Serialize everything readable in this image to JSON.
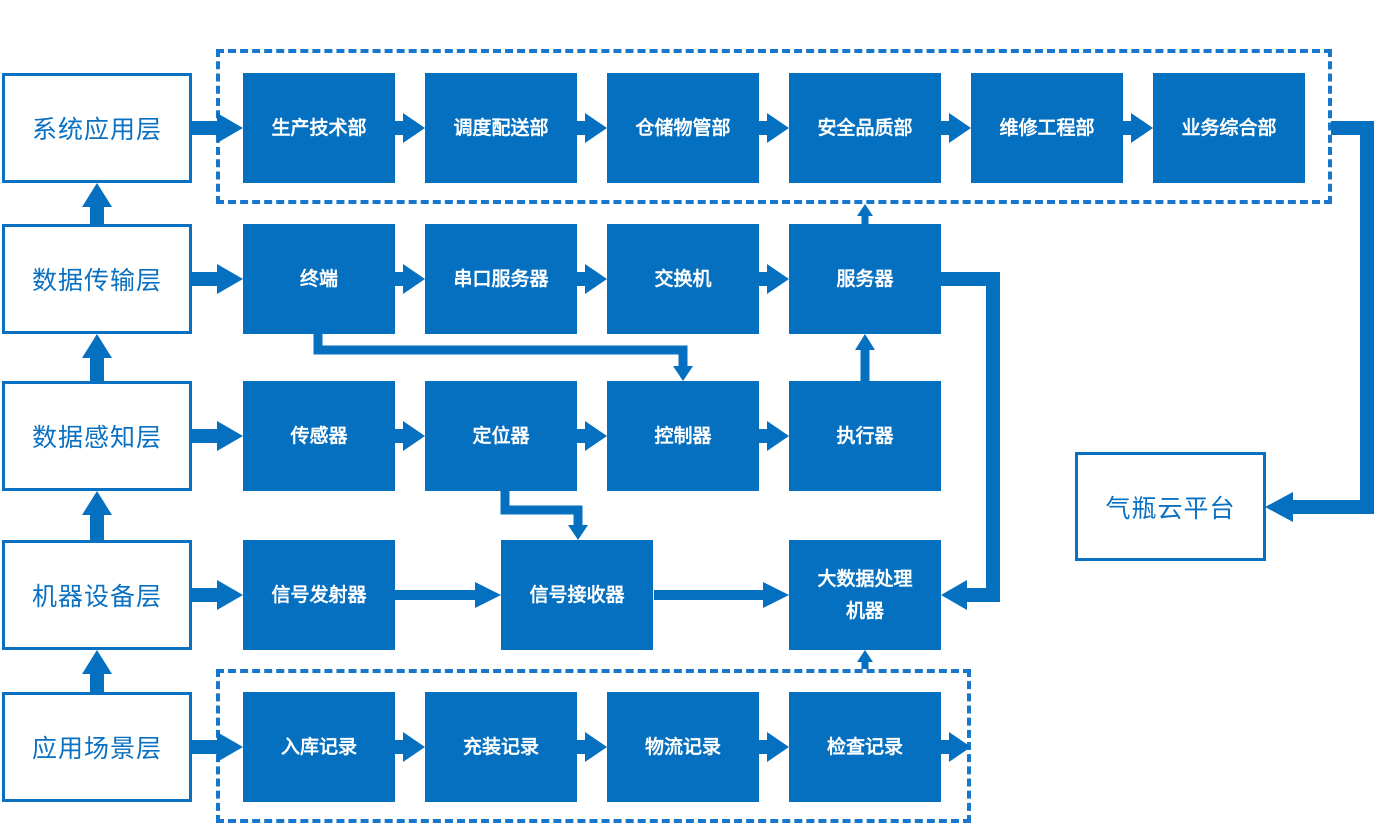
{
  "layers": [
    "系统应用层",
    "数据传输层",
    "数据感知层",
    "机器设备层",
    "应用场景层"
  ],
  "application_row": [
    "生产技术部",
    "调度配送部",
    "仓储物管部",
    "安全品质部",
    "维修工程部",
    "业务综合部"
  ],
  "transmission_row": [
    "终端",
    "串口服务器",
    "交换机",
    "服务器"
  ],
  "perception_row": [
    "传感器",
    "定位器",
    "控制器",
    "执行器"
  ],
  "device_row": [
    "信号发射器",
    "信号接收器",
    "大数据处理机器"
  ],
  "scenario_row": [
    "入库记录",
    "充装记录",
    "物流记录",
    "检查记录"
  ],
  "cloud_platform": "气瓶云平台",
  "colors": {
    "primary": "#0670c0",
    "border": "#0a70c2",
    "dashed": "#1677cc"
  }
}
